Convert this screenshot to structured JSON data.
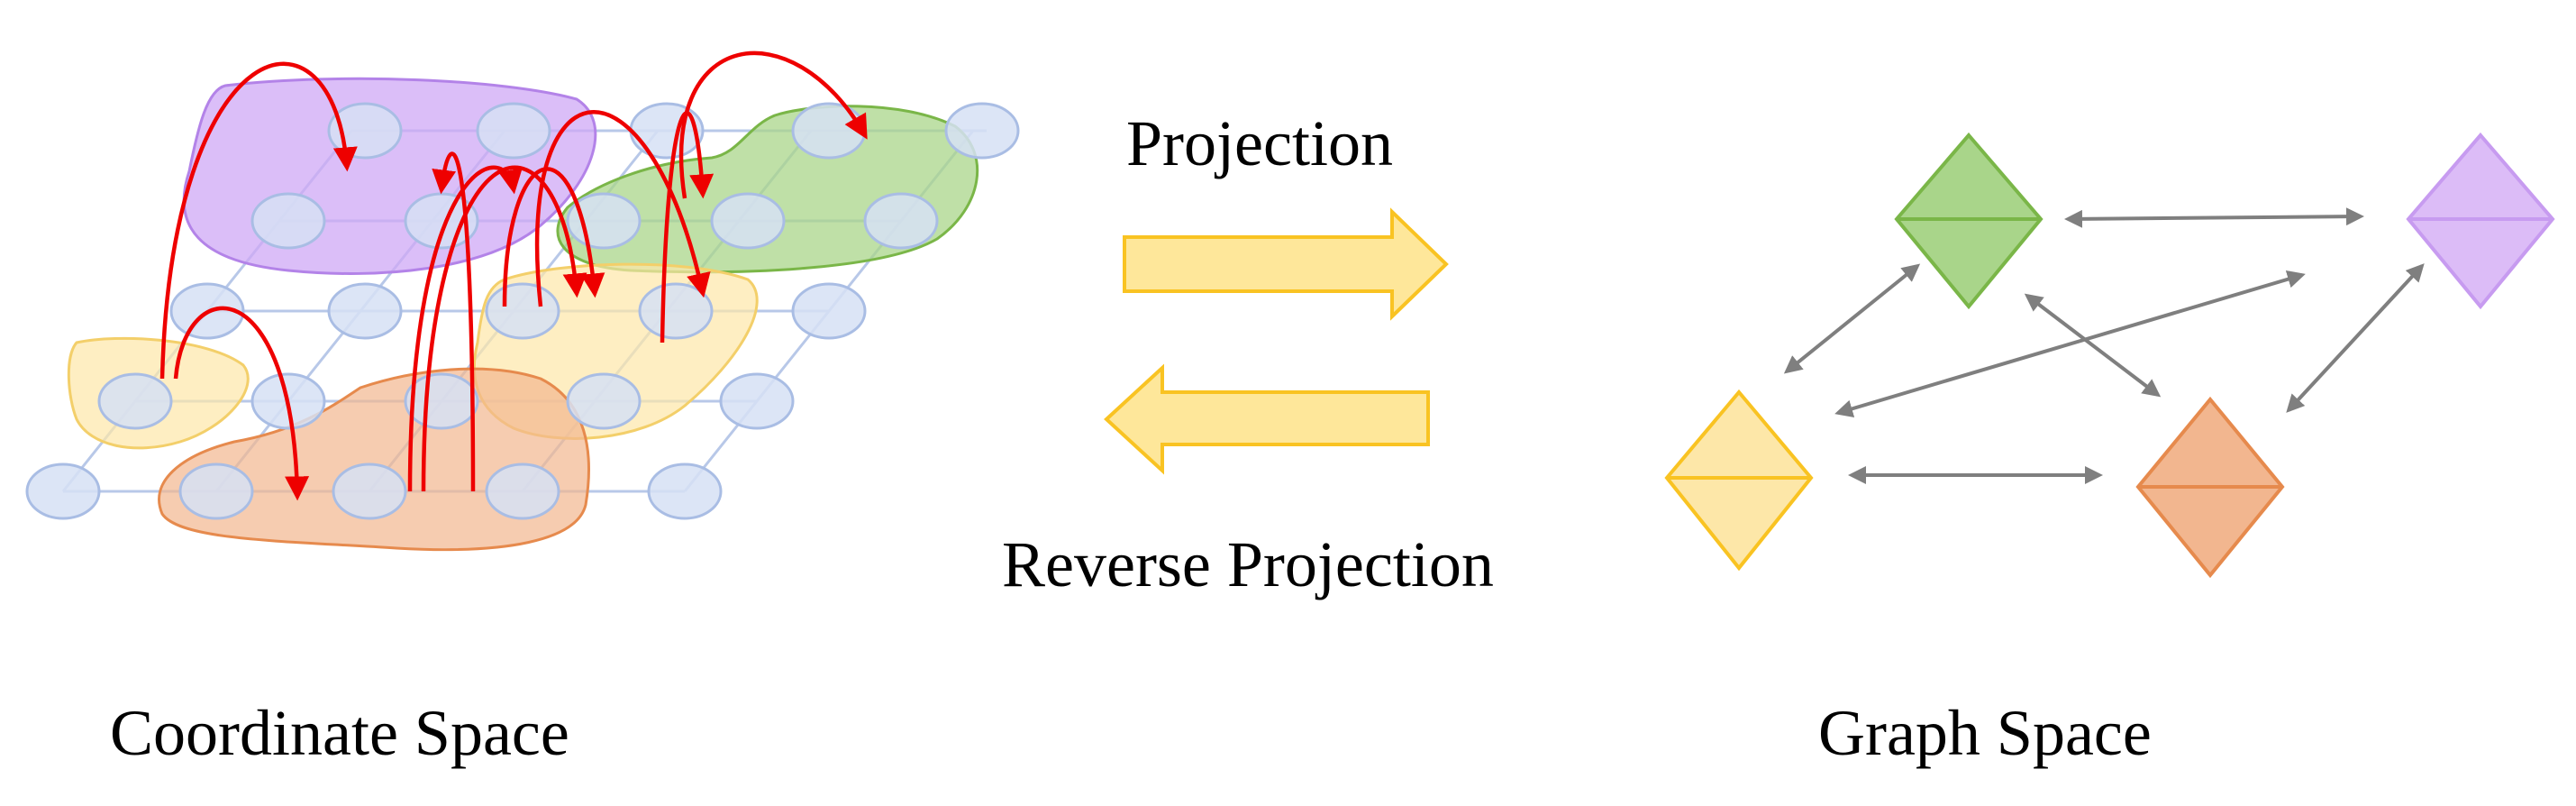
{
  "labels": {
    "projection": "Projection",
    "reverse_projection": "Reverse Projection",
    "coordinate_space": "Coordinate Space",
    "graph_space": "Graph Space"
  },
  "colors": {
    "grid_node_fill": "#d6e0f4",
    "grid_node_stroke": "#a9bde4",
    "grid_line": "#b8c8e8",
    "purple_fill": "#cfa8f5",
    "purple_stroke": "#b383e8",
    "green_fill": "#a9d58a",
    "green_stroke": "#7ab648",
    "yellow_fill": "#fde7a8",
    "yellow_stroke": "#f3cf6a",
    "orange_fill": "#f2b68f",
    "orange_stroke": "#e68a4d",
    "mapping_arrow": "#ee0000",
    "block_arrow_fill": "#fee79a",
    "block_arrow_stroke": "#f9c322",
    "graph_edge": "#7f7f7f"
  },
  "graph_nodes": [
    {
      "name": "green-node",
      "color": "green"
    },
    {
      "name": "purple-node",
      "color": "purple"
    },
    {
      "name": "yellow-node",
      "color": "yellow"
    },
    {
      "name": "orange-node",
      "color": "orange"
    }
  ],
  "graph_edges": [
    {
      "from": "green-node",
      "to": "purple-node"
    },
    {
      "from": "green-node",
      "to": "yellow-node"
    },
    {
      "from": "green-node",
      "to": "orange-node"
    },
    {
      "from": "purple-node",
      "to": "yellow-node"
    },
    {
      "from": "purple-node",
      "to": "orange-node"
    },
    {
      "from": "yellow-node",
      "to": "orange-node"
    }
  ]
}
